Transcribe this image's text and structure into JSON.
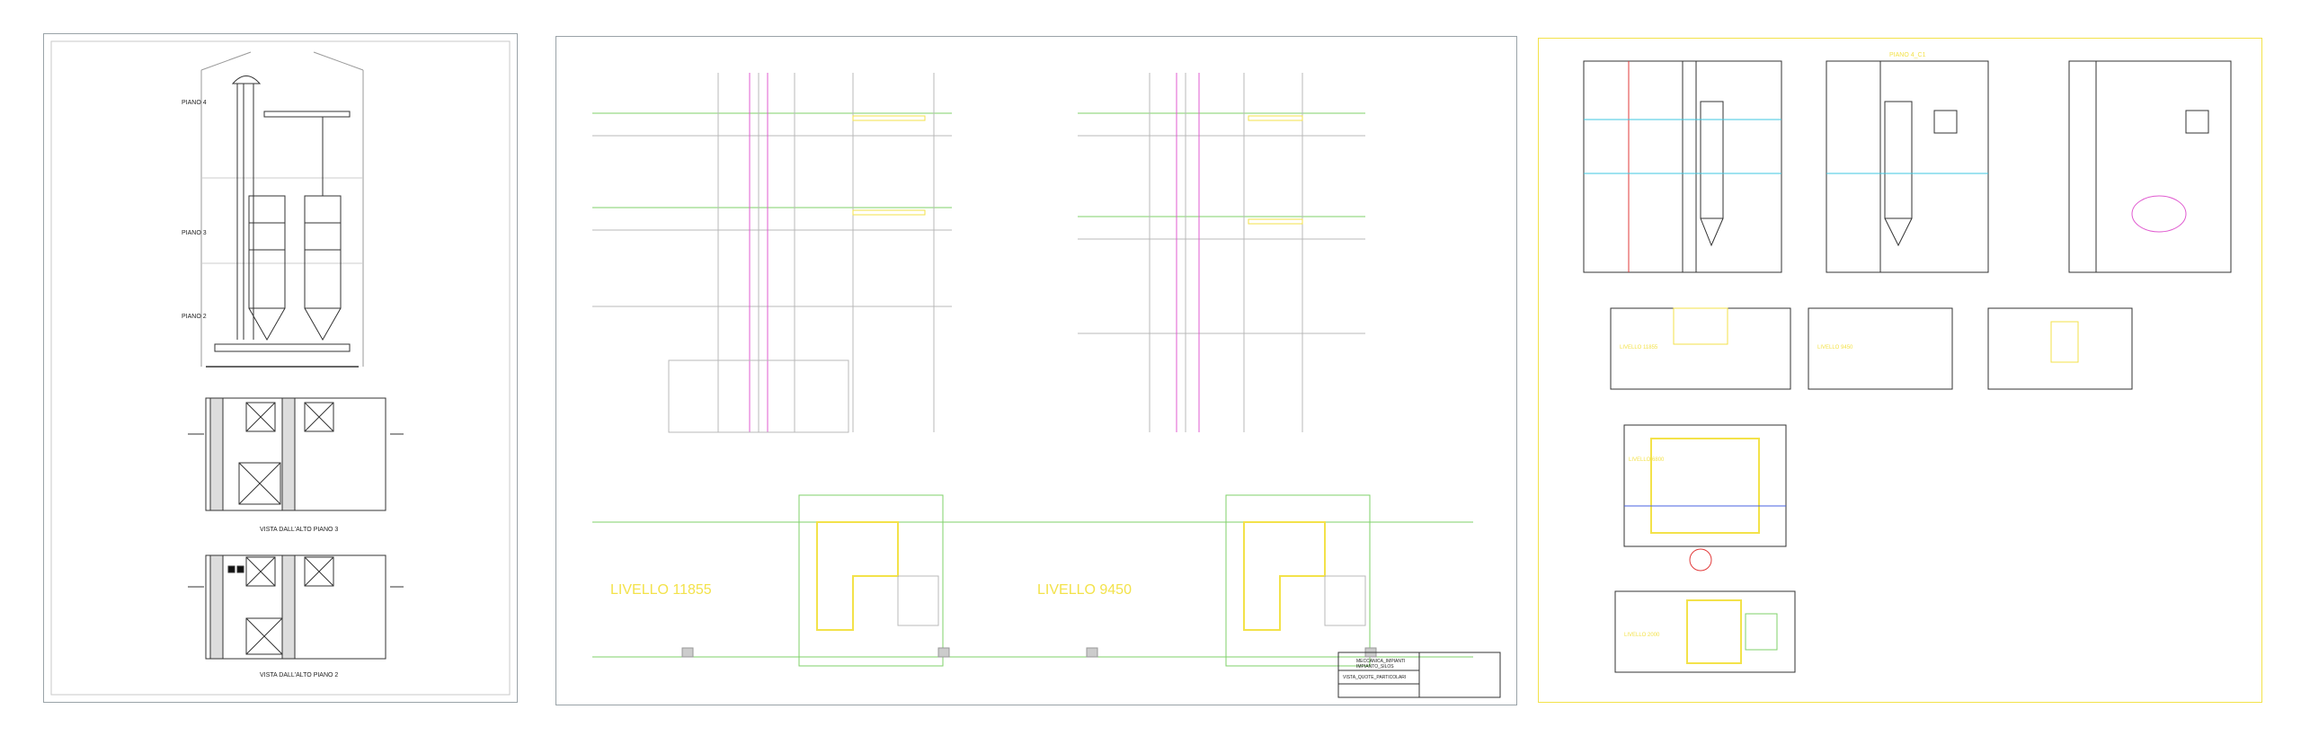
{
  "sheet_left": {
    "floor_labels": [
      "PIANO 4",
      "PIANO 3",
      "PIANO 2"
    ],
    "plan_titles": [
      "VISTA DALL'ALTO PIANO 3",
      "VISTA DALL'ALTO PIANO 2"
    ]
  },
  "sheet_center": {
    "level_labels": [
      "LIVELLO 11855",
      "LIVELLO 9450"
    ],
    "title_block": [
      "MECCANICA_IMPIANTI",
      "IMPIANTO_SILOS",
      "VISTA_QUOTE_PARTICOLARI"
    ]
  },
  "sheet_right": {
    "title": "PIANO 4_C1",
    "plan_labels": [
      "LIVELLO 11855",
      "LIVELLO 9450",
      "LIVELLO 6800",
      "LIVELLO 2000"
    ]
  },
  "colors": {
    "frame": "#9aa3a8",
    "linework_grey": "#b9b9b9",
    "linework_dark": "#333333",
    "green": "#7fd26a",
    "yellow": "#f3e24a",
    "magenta": "#e05bd0",
    "cyan": "#3fc7e0",
    "red": "#e23a3a",
    "blue": "#4a63e0"
  }
}
